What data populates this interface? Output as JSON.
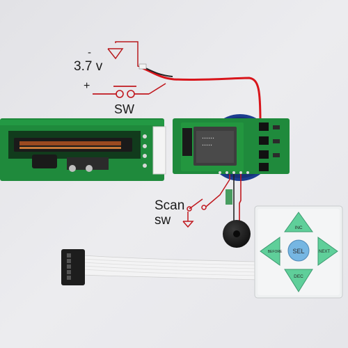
{
  "labels": {
    "minus": "-",
    "battery_voltage": "3.7 v",
    "plus": "+",
    "power_switch": "SW",
    "scan_switch_line1": "Scan",
    "scan_switch_line2": "sw"
  },
  "keypad": {
    "up": "INC",
    "left": "BEFORE",
    "center": "SEL",
    "right": "NEXT",
    "down": "DEC"
  },
  "colors": {
    "background": "#e9e9ec",
    "pcb_green": "#1f8a3c",
    "wire_red": "#d8151b",
    "wire_black": "#222222",
    "schematic_red": "#c0181e",
    "module_shield": "#3d3d3d",
    "display_blue": "#1c3d8f",
    "keypad_arrow": "#5fcf9a",
    "keypad_center": "#76b6e2"
  }
}
